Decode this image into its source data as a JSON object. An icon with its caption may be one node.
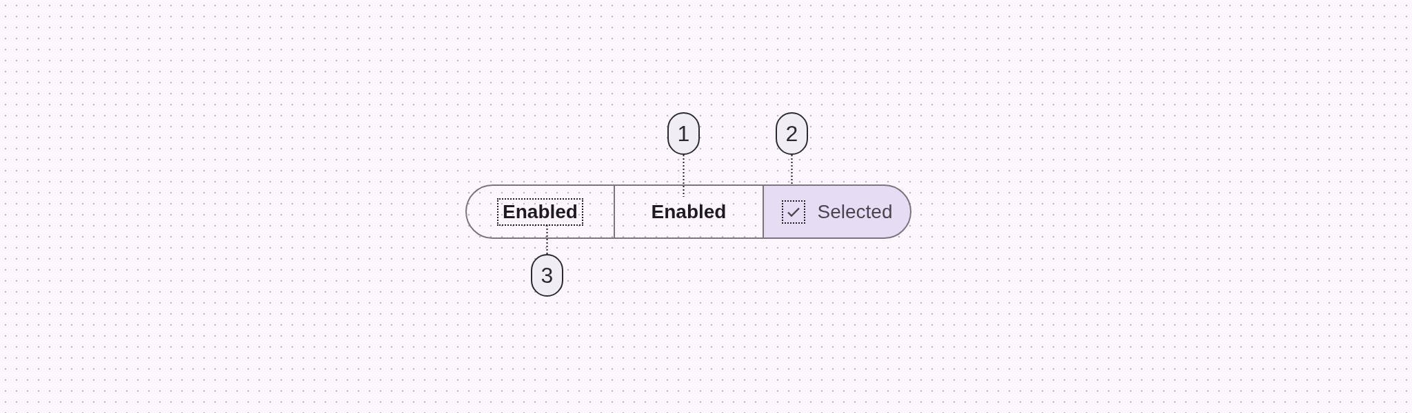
{
  "diagram": {
    "nodes": [
      {
        "text": [
          "1"
        ]
      },
      {
        "text": [
          "2"
        ]
      },
      {
        "text": [
          "Enabled"
        ]
      },
      {
        "text": [
          "Enabled"
        ]
      },
      {
        "text": [
          "Selected"
        ]
      },
      {
        "text": [],
        "shape": "picture",
        "in": 4
      },
      {
        "text": [
          "3"
        ]
      }
    ],
    "edges": [
      {
        "from": 0,
        "to": 3,
        "arrow": "none"
      },
      {
        "from": 1,
        "to": 5,
        "arrow": "none"
      },
      {
        "from": 6,
        "to": 2,
        "arrow": "none"
      }
    ]
  }
}
